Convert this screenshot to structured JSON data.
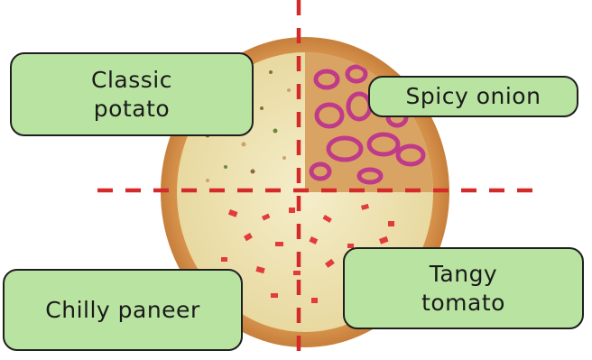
{
  "sections": [
    {
      "id": "top-left",
      "label": "Classic\npotato"
    },
    {
      "id": "top-right",
      "label": "Spicy onion"
    },
    {
      "id": "bottom-right",
      "label": "Tangy\ntomato"
    },
    {
      "id": "bottom-left",
      "label": "Chilly paneer"
    }
  ],
  "colors": {
    "label_fill": "#b9e3a1",
    "label_border": "#1f1f1f",
    "divider": "#d42a2a",
    "crust": "#e0a15a",
    "cheese": "#efe6b8",
    "onion": "#c03a8a",
    "tomato": "#e23b3b"
  }
}
